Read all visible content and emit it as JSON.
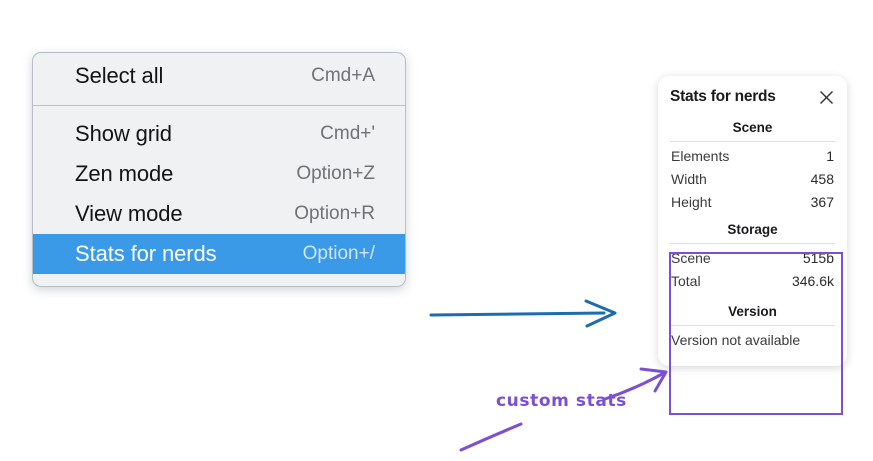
{
  "context_menu": {
    "name": "canvas-context-menu",
    "sections": [
      {
        "items": [
          {
            "label": "Select all",
            "shortcut": "Cmd+A",
            "selected": false,
            "name": "menu-item-select-all"
          }
        ]
      },
      {
        "items": [
          {
            "label": "Show grid",
            "shortcut": "Cmd+'",
            "selected": false,
            "name": "menu-item-show-grid"
          },
          {
            "label": "Zen mode",
            "shortcut": "Option+Z",
            "selected": false,
            "name": "menu-item-zen-mode"
          },
          {
            "label": "View mode",
            "shortcut": "Option+R",
            "selected": false,
            "name": "menu-item-view-mode"
          },
          {
            "label": "Stats for nerds",
            "shortcut": "Option+/",
            "selected": true,
            "name": "menu-item-stats-for-nerds"
          }
        ]
      }
    ],
    "highlight_color": "#3b9ae8",
    "background_color": "#eff1f3"
  },
  "stats_panel": {
    "title": "Stats for nerds",
    "close_icon": "close-icon",
    "sections": [
      {
        "header": "Scene",
        "name": "stats-section-scene",
        "rows": [
          {
            "label": "Elements",
            "value": "1"
          },
          {
            "label": "Width",
            "value": "458"
          },
          {
            "label": "Height",
            "value": "367"
          }
        ]
      },
      {
        "header": "Storage",
        "name": "stats-section-storage",
        "rows": [
          {
            "label": "Scene",
            "value": "515b"
          },
          {
            "label": "Total",
            "value": "346.6k"
          }
        ]
      },
      {
        "header": "Version",
        "name": "stats-section-version",
        "rows": [],
        "note": "Version not available"
      }
    ]
  },
  "annotations": {
    "label": "custom stats",
    "label_color": "#7b4fd6",
    "flow_arrow_color": "#1f6bb0",
    "highlight_box_color": "#7b4fd6"
  }
}
